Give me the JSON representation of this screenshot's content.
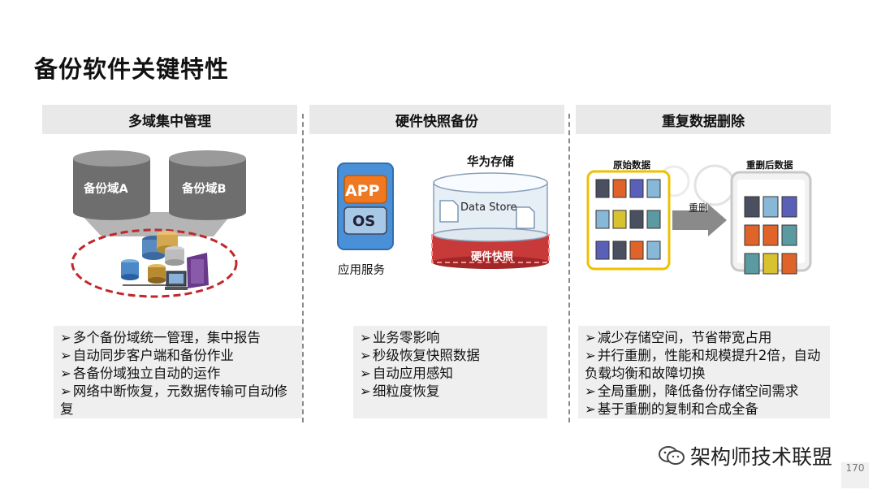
{
  "page": {
    "title": "备份软件关键特性"
  },
  "columns": [
    {
      "heading": "多域集中管理",
      "illustration": {
        "domain_a": "备份域A",
        "domain_b": "备份域B"
      },
      "bullets": [
        "多个备份域统一管理，集中报告",
        "自动同步客户端和备份作业",
        "各备份域独立自动的运作",
        "网络中断恢复，元数据传输可自动修复"
      ]
    },
    {
      "heading": "硬件快照备份",
      "illustration": {
        "app_label": "APP",
        "os_label": "OS",
        "app_caption": "应用服务",
        "storage_title": "华为存储",
        "data_store": "Data Store",
        "snapshot": "硬件快照"
      },
      "bullets": [
        "业务零影响",
        "秒级恢复快照数据",
        "自动应用感知",
        "细粒度恢复"
      ]
    },
    {
      "heading": "重复数据删除",
      "illustration": {
        "original_label": "原始数据",
        "dedup_label": "重删后数据",
        "arrow_label": "重删",
        "original_grid": [
          [
            "#4a5060",
            "#e0642a",
            "#5a5fb8",
            "#88b8d8"
          ],
          [
            "#88b8d8",
            "#d8c230",
            "#4a5060",
            "#5a9aa0"
          ],
          [
            "#5a5fb8",
            "#4a5060",
            "#e0642a",
            "#88b8d8"
          ]
        ],
        "dedup_grid": [
          [
            "#4a5060",
            "#88b8d8",
            "#5a5fb8"
          ],
          [
            "#e0642a",
            "#e0642a",
            "#5a9aa0"
          ],
          [
            "#5a9aa0",
            "#d8c230",
            "#e0642a"
          ]
        ]
      },
      "bullets": [
        "减少存储空间，节省带宽占用",
        "并行重删，性能和规模提升2倍，自动负载均衡和故障切换",
        "全局重删，降低备份存储空间需求",
        "基于重删的复制和合成全备"
      ]
    }
  ],
  "watermark": "架构师技术联盟",
  "page_number": "170",
  "colors": {
    "heading_bg": "#e9e9e9",
    "cylinder_gray": "#707070",
    "ellipse_red": "#c0282c",
    "app_orange": "#f07820",
    "app_blue": "#4a90d9",
    "snapshot_red": "#c83a3a",
    "frame_yellow": "#f0c000",
    "arrow_gray": "#8a8a8a"
  }
}
